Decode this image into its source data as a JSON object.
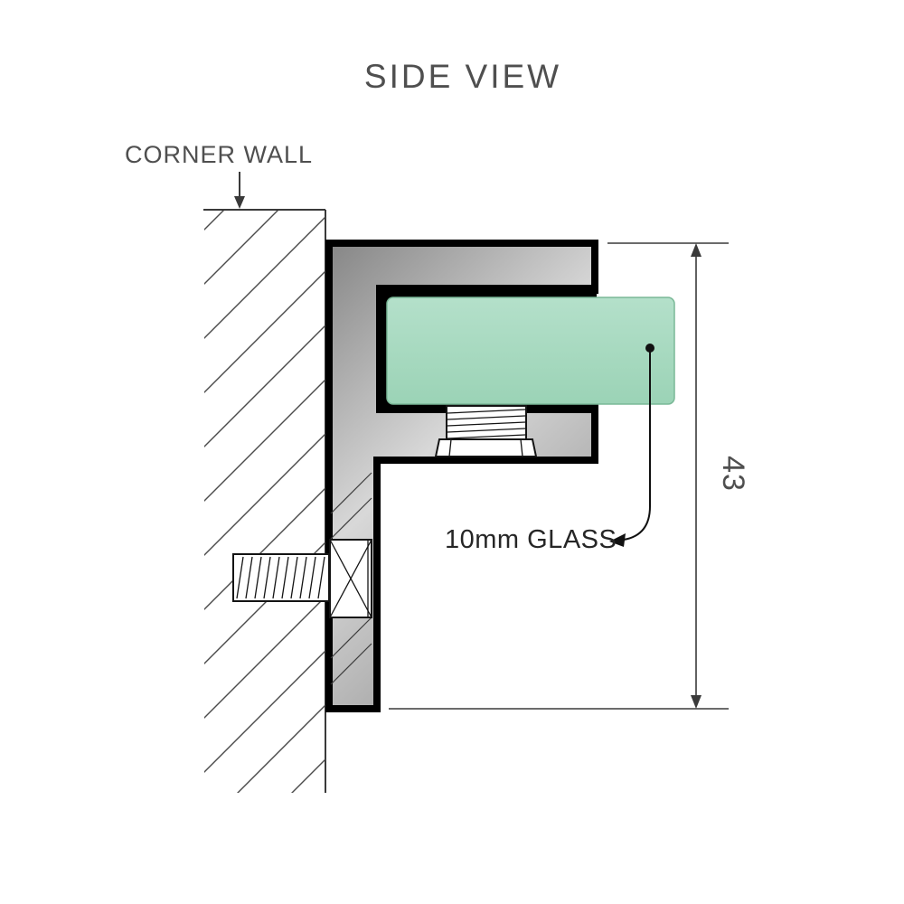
{
  "diagram": {
    "title": "SIDE VIEW",
    "labels": {
      "wall": "CORNER WALL",
      "glass": "10mm GLASS",
      "dimension": "43"
    },
    "parts": {
      "bracket": "wall-mounted glass clamp bracket (side profile)",
      "glass": "10mm glass panel",
      "grub_screw": "clamping grub screw",
      "wall_screw": "wall fixing screw"
    }
  },
  "colors": {
    "text-gray": "#4f4f4f",
    "label-dark": "#262626",
    "line": "#3a3a3a",
    "metal-dark": "#858585",
    "metal-mid": "#d8d8d8",
    "metal-dark2": "#9a9a9a",
    "glass-light": "#b4e0ca",
    "glass-green": "#9bd3b6",
    "glass-edge": "#7ab897"
  }
}
